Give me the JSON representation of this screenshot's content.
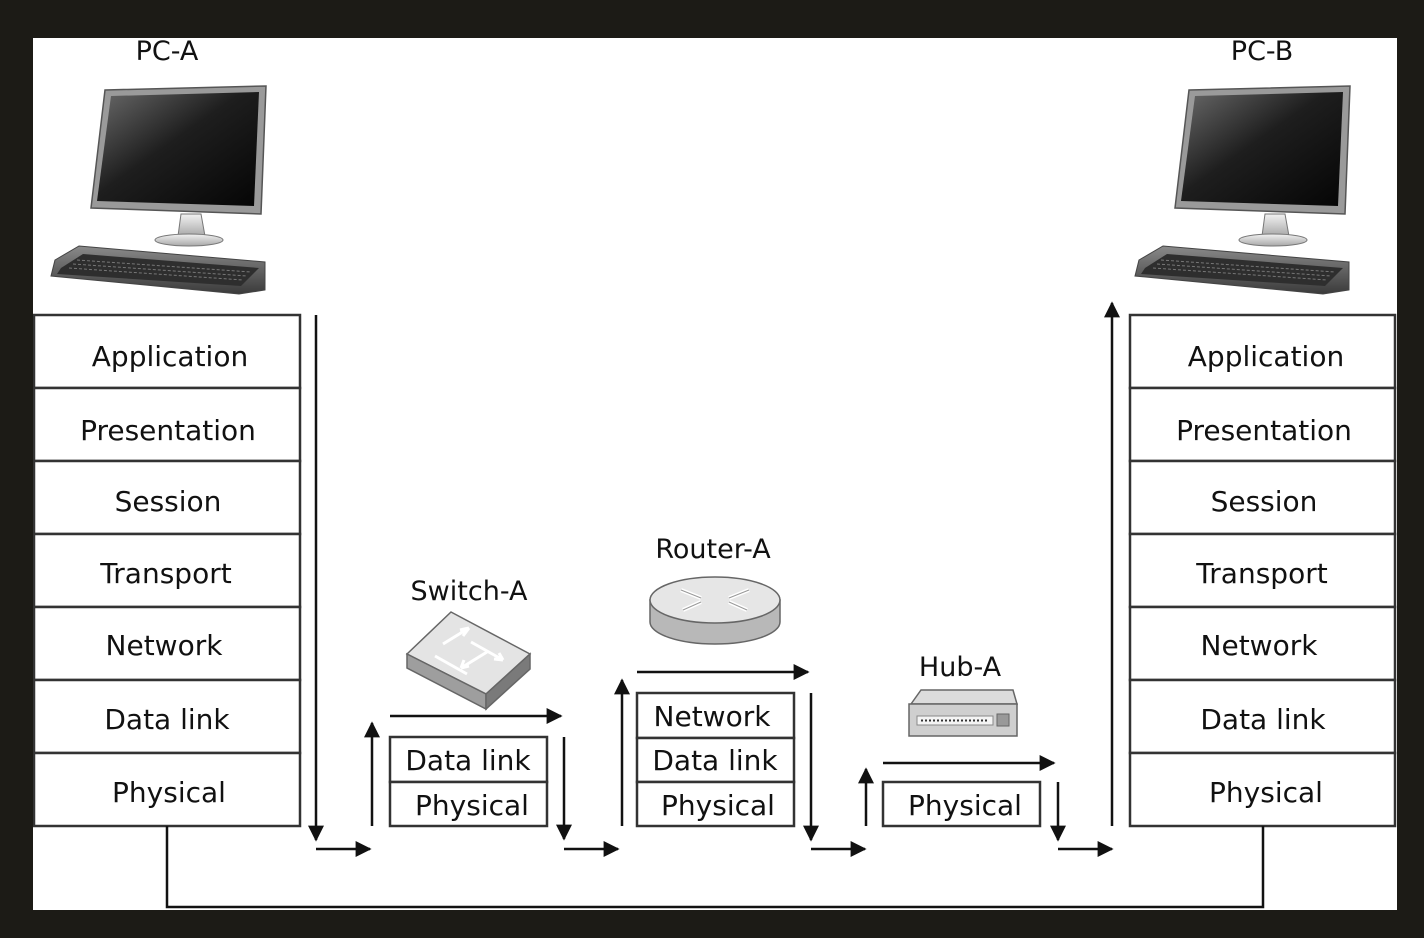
{
  "pc_a": {
    "label": "PC-A",
    "layers": [
      "Application",
      "Presentation",
      "Session",
      "Transport",
      "Network",
      "Data link",
      "Physical"
    ]
  },
  "pc_b": {
    "label": "PC-B",
    "layers": [
      "Application",
      "Presentation",
      "Session",
      "Transport",
      "Network",
      "Data link",
      "Physical"
    ]
  },
  "switch_a": {
    "label": "Switch-A",
    "layers": [
      "Data link",
      "Physical"
    ]
  },
  "router_a": {
    "label": "Router-A",
    "layers": [
      "Network",
      "Data link",
      "Physical"
    ]
  },
  "hub_a": {
    "label": "Hub-A",
    "layers": [
      "Physical"
    ]
  },
  "colors": {
    "background": "#1c1b16",
    "canvas": "#ffffff",
    "stroke": "#333333",
    "text": "#111111"
  }
}
